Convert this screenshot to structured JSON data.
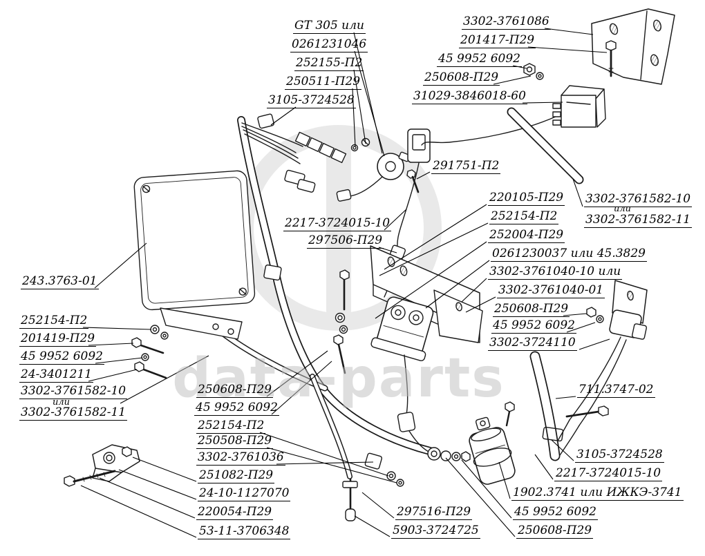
{
  "watermark": {
    "text": "data-parts"
  },
  "callouts": {
    "gt305": "GT 305 или",
    "c0261231046": "0261231046",
    "c252155": "252155-П2",
    "c250511": "250511-П29",
    "c3105_top": "3105-3724528",
    "c3761086": "3302-3761086",
    "c201417": "201417-П29",
    "c4599526092_tr": "45 9952 6092",
    "c250608_tr": "250608-П29",
    "c31029": "31029-3846018-60",
    "c291751": "291751-П2",
    "c3761582_10_r": "3302-3761582-10",
    "ili_r": "или",
    "c3761582_11_r": "3302-3761582-11",
    "c220105": "220105-П29",
    "c252154_mid": "252154-П2",
    "c252004": "252004-П29",
    "c0261230037": "0261230037 или 45.3829",
    "c3761040_10": "3302-3761040-10 или",
    "c3761040_01": "3302-3761040-01",
    "c250608_mid": "250608-П29",
    "c4599526092_mid": "45 9952 6092",
    "c3724110": "3302-3724110",
    "c243_3763": "243.3763-01",
    "c252154_l": "252154-П2",
    "c201419": "201419-П29",
    "c4599526092_l": "45 9952 6092",
    "c24_3401211": "24-3401211",
    "c3761582_10_l": "3302-3761582-10",
    "ili_l": "или",
    "c3761582_11_l": "3302-3761582-11",
    "c2217_c": "2217-3724015-10",
    "c297506": "297506-П29",
    "c250608_c": "250608-П29",
    "c4599526092_c": "45 9952 6092",
    "c252154_b": "252154-П2",
    "c250508": "250508-П29",
    "c3761036": "3302-3761036",
    "c251082": "251082-П29",
    "c24_10_1127070": "24-10-1127070",
    "c220054": "220054-П29",
    "c53_11": "53-11-3706348",
    "c297516": "297516-П29",
    "c5903": "5903-3724725",
    "c711_3747": "711.3747-02",
    "c3105_br": "3105-3724528",
    "c2217_br": "2217-3724015-10",
    "c1902": "1902.3741 или ИЖКЭ-3741",
    "c4599526092_br": "45 9952 6092",
    "c250608_br": "250608-П29"
  }
}
